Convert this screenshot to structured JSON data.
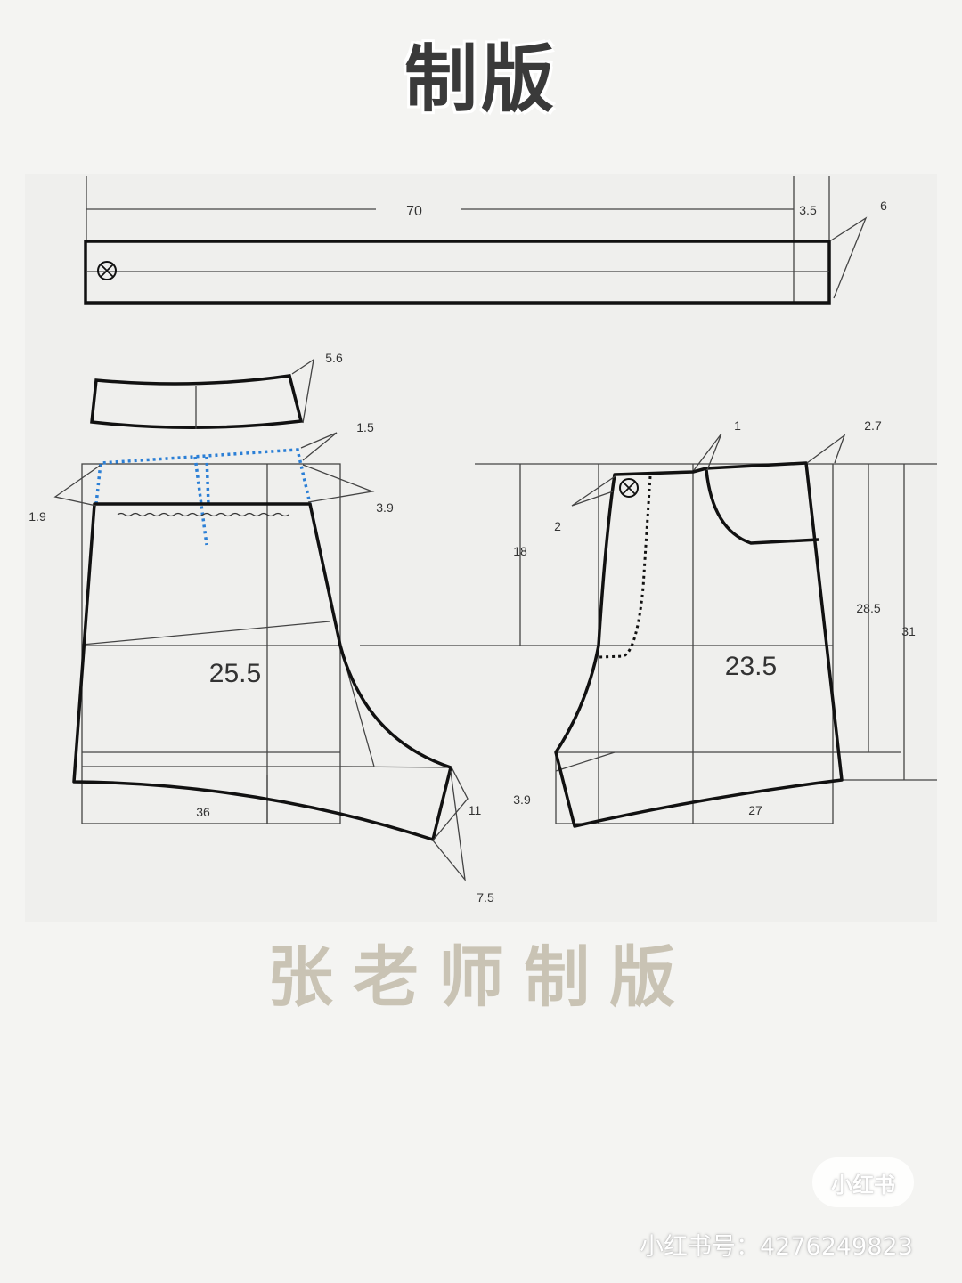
{
  "header": {
    "title": "制版"
  },
  "labels": {
    "waistband_length": "70",
    "waistband_ext": "3.5",
    "waistband_width": "6",
    "yoke_width": "5.6",
    "yoke_drop": "1.5",
    "back_left_offset": "1.9",
    "back_right_offset": "3.9",
    "back_width": "25.5",
    "back_hem": "36",
    "back_inseam": "11",
    "back_leg": "7.5",
    "front_dart": "1",
    "front_pocket": "2.7",
    "front_fly": "2",
    "front_rise": "18",
    "front_width": "23.5",
    "front_side": "28.5",
    "front_length": "31",
    "front_crotch": "3.9",
    "front_hem": "27"
  },
  "footer": {
    "credit": "张老师制版"
  },
  "watermark": {
    "badge": "小红书",
    "id": "小红书号：4276249823"
  },
  "colors": {
    "outline": "#111111",
    "guide": "#444444",
    "dotted_blue": "#2b7fd6",
    "credit": "#c9c3b4"
  }
}
